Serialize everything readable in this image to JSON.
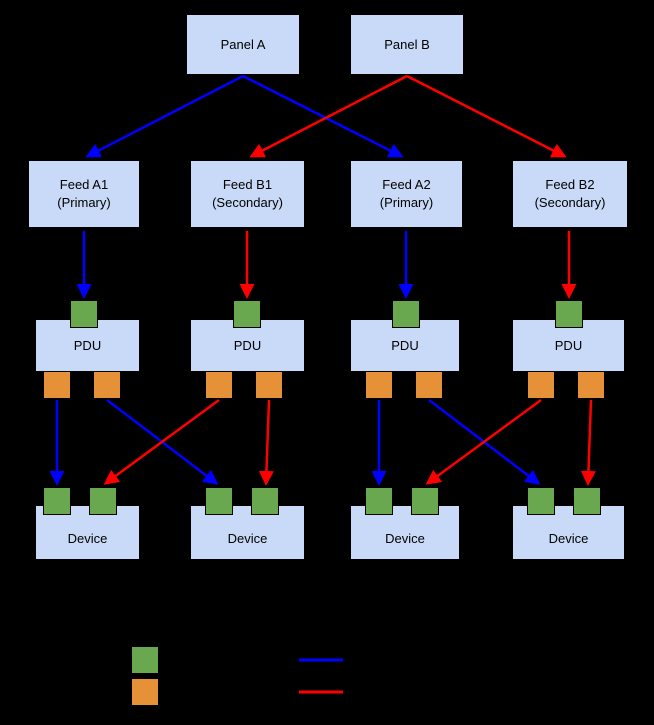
{
  "colors": {
    "background": "#000000",
    "box_fill": "#c9daf8",
    "box_border": "#000000",
    "green": "#6aa84f",
    "orange": "#e69138",
    "blue": "#0000ff",
    "red": "#ff0000"
  },
  "panels": [
    {
      "label": "Panel A"
    },
    {
      "label": "Panel B"
    }
  ],
  "feeds": [
    {
      "name": "Feed A1",
      "role": "(Primary)"
    },
    {
      "name": "Feed B1",
      "role": "(Secondary)"
    },
    {
      "name": "Feed A2",
      "role": "(Primary)"
    },
    {
      "name": "Feed B2",
      "role": "(Secondary)"
    }
  ],
  "pdus": [
    {
      "label": "PDU"
    },
    {
      "label": "PDU"
    },
    {
      "label": "PDU"
    },
    {
      "label": "PDU"
    }
  ],
  "devices": [
    {
      "label": "Device"
    },
    {
      "label": "Device"
    },
    {
      "label": "Device"
    },
    {
      "label": "Device"
    }
  ],
  "legend": {
    "items": [
      {
        "swatch": "green-square"
      },
      {
        "swatch": "orange-square"
      },
      {
        "swatch": "blue-line"
      },
      {
        "swatch": "red-line"
      }
    ]
  }
}
